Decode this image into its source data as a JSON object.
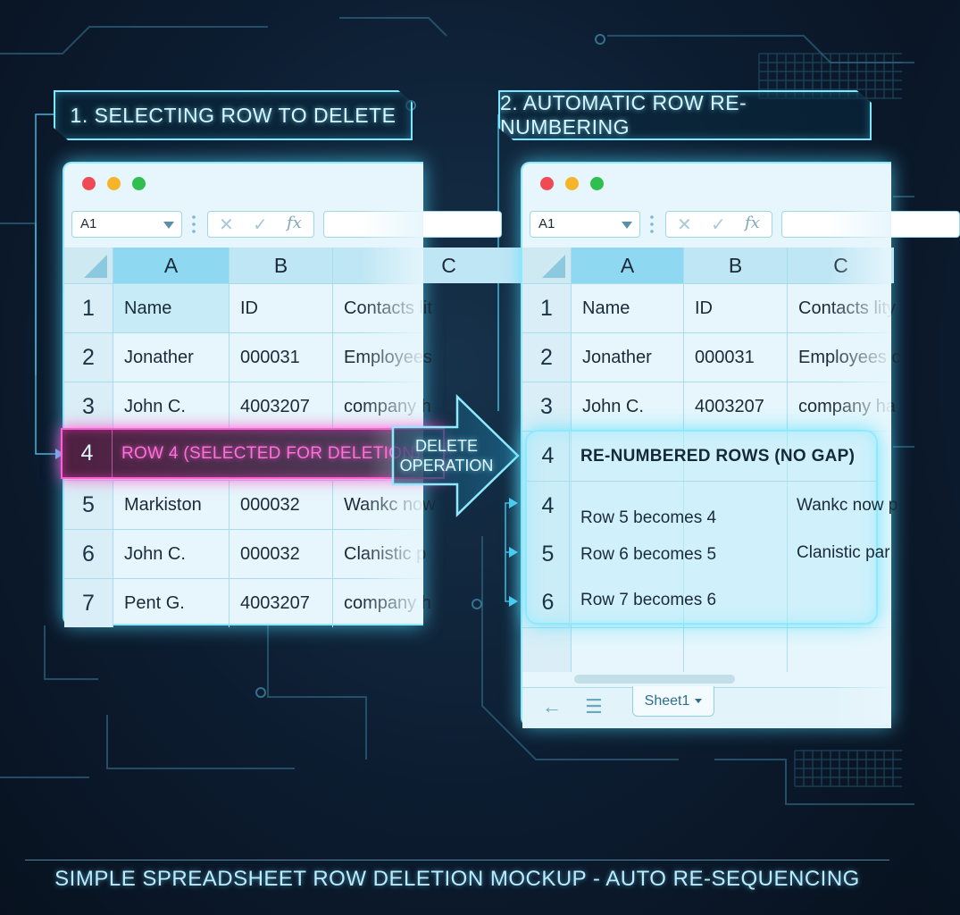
{
  "steps": {
    "left_title": "1. SELECTING ROW TO DELETE",
    "right_title": "2. AUTOMATIC ROW RE-NUMBERING"
  },
  "spreadsheet": {
    "name_box": "A1",
    "formula_icons": [
      "close-icon",
      "check-icon",
      "fx-icon"
    ],
    "columns": [
      "A",
      "B",
      "C"
    ],
    "left_rows": [
      {
        "num": "1",
        "a": "Name",
        "b": "ID",
        "c": "Contacts lit"
      },
      {
        "num": "2",
        "a": "Jonather",
        "b": "000031",
        "c": "Employees"
      },
      {
        "num": "3",
        "a": "John C.",
        "b": "4003207",
        "c": "company h"
      },
      {
        "num": "5",
        "a": "Markiston",
        "b": "000032",
        "c": "Wankc now"
      },
      {
        "num": "6",
        "a": "John C.",
        "b": "000032",
        "c": "Clanistic p"
      },
      {
        "num": "7",
        "a": "Pent G.",
        "b": "4003207",
        "c": "company h"
      }
    ],
    "selected_row": {
      "num": "4",
      "label": "ROW 4 (SELECTED FOR DELETION)"
    },
    "right_rows": [
      {
        "num": "1",
        "a": "Name",
        "b": "ID",
        "c": "Contacts lity"
      },
      {
        "num": "2",
        "a": "Jonather",
        "b": "000031",
        "c": "Employees c"
      },
      {
        "num": "3",
        "a": "John C.",
        "b": "4003207",
        "c": "company ha"
      }
    ],
    "renumbered": {
      "header_num": "4",
      "header_label": "RE-NUMBERED ROWS (NO GAP)",
      "rows": [
        {
          "num": "4",
          "label": "Row 5 becomes 4",
          "c": "Wankc now p"
        },
        {
          "num": "5",
          "label": "Row 6 becomes 5",
          "c": "Clanistic par"
        },
        {
          "num": "6",
          "label": "Row 7 becomes 6",
          "c": ""
        }
      ]
    },
    "sheet_tab": "Sheet1"
  },
  "arrow_label": [
    "DELETE",
    "OPERATION"
  ],
  "footer": "SIMPLE SPREADSHEET ROW DELETION MOCKUP - AUTO RE-SEQUENCING",
  "colors": {
    "background": "#0c1c30",
    "neon_cyan": "#7fe6ff",
    "neon_pink": "#ff5fd2",
    "sheet_bg": "#e6f6fc"
  }
}
